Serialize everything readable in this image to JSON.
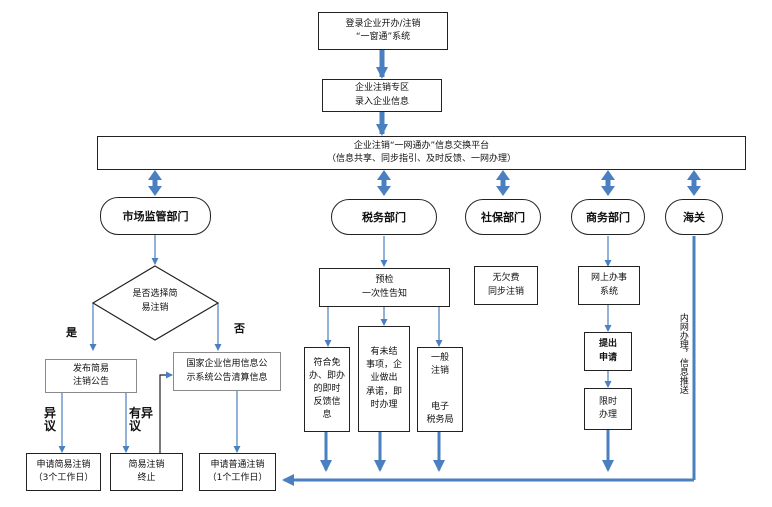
{
  "nodes": {
    "login": "登录企业开办/注销\n“一窗通”系统",
    "zone": "企业注销专区\n录入企业信息",
    "platform_title": "企业注销“一网通办”信息交换平台",
    "platform_sub": "（信息共享、同步指引、及时反馈、一网办理）",
    "market": "市场监管部门",
    "tax": "税务部门",
    "social": "社保部门",
    "commerce": "商务部门",
    "customs": "海关",
    "decision": "是否选择简\n易注销",
    "publish": "发布简易\n注销公告",
    "gsxt": "国家企业信用信息公\n示系统公告清算信息",
    "apply_simple": "申请简易注销\n（3个工作日）",
    "simple_end": "简易注销\n终止",
    "apply_general": "申请普通注销\n（1个工作日）",
    "precheck": "预检\n一次性告知",
    "tax_exempt": "符合免\n办、即办\n的即时\n反馈信\n息",
    "tax_pending": "有未结\n事项，企\n业做出\n承诺，即\n时办理",
    "tax_general": "一般\n注销",
    "tax_bureau": "电子\n税务局",
    "social_sync": "无欠费\n同步注销",
    "commerce_online": "网上办事\n系统",
    "commerce_apply": "提出\n申请",
    "commerce_limit": "限时\n办理",
    "customs_push": "内网办理，信息推送"
  },
  "labels": {
    "yes": "是",
    "no": "否",
    "objection": "异\n议",
    "has_objection": "有异\n议"
  },
  "colors": {
    "arrow": "#4a7fc0",
    "line": "#4a7fc0",
    "border": "#222222"
  }
}
